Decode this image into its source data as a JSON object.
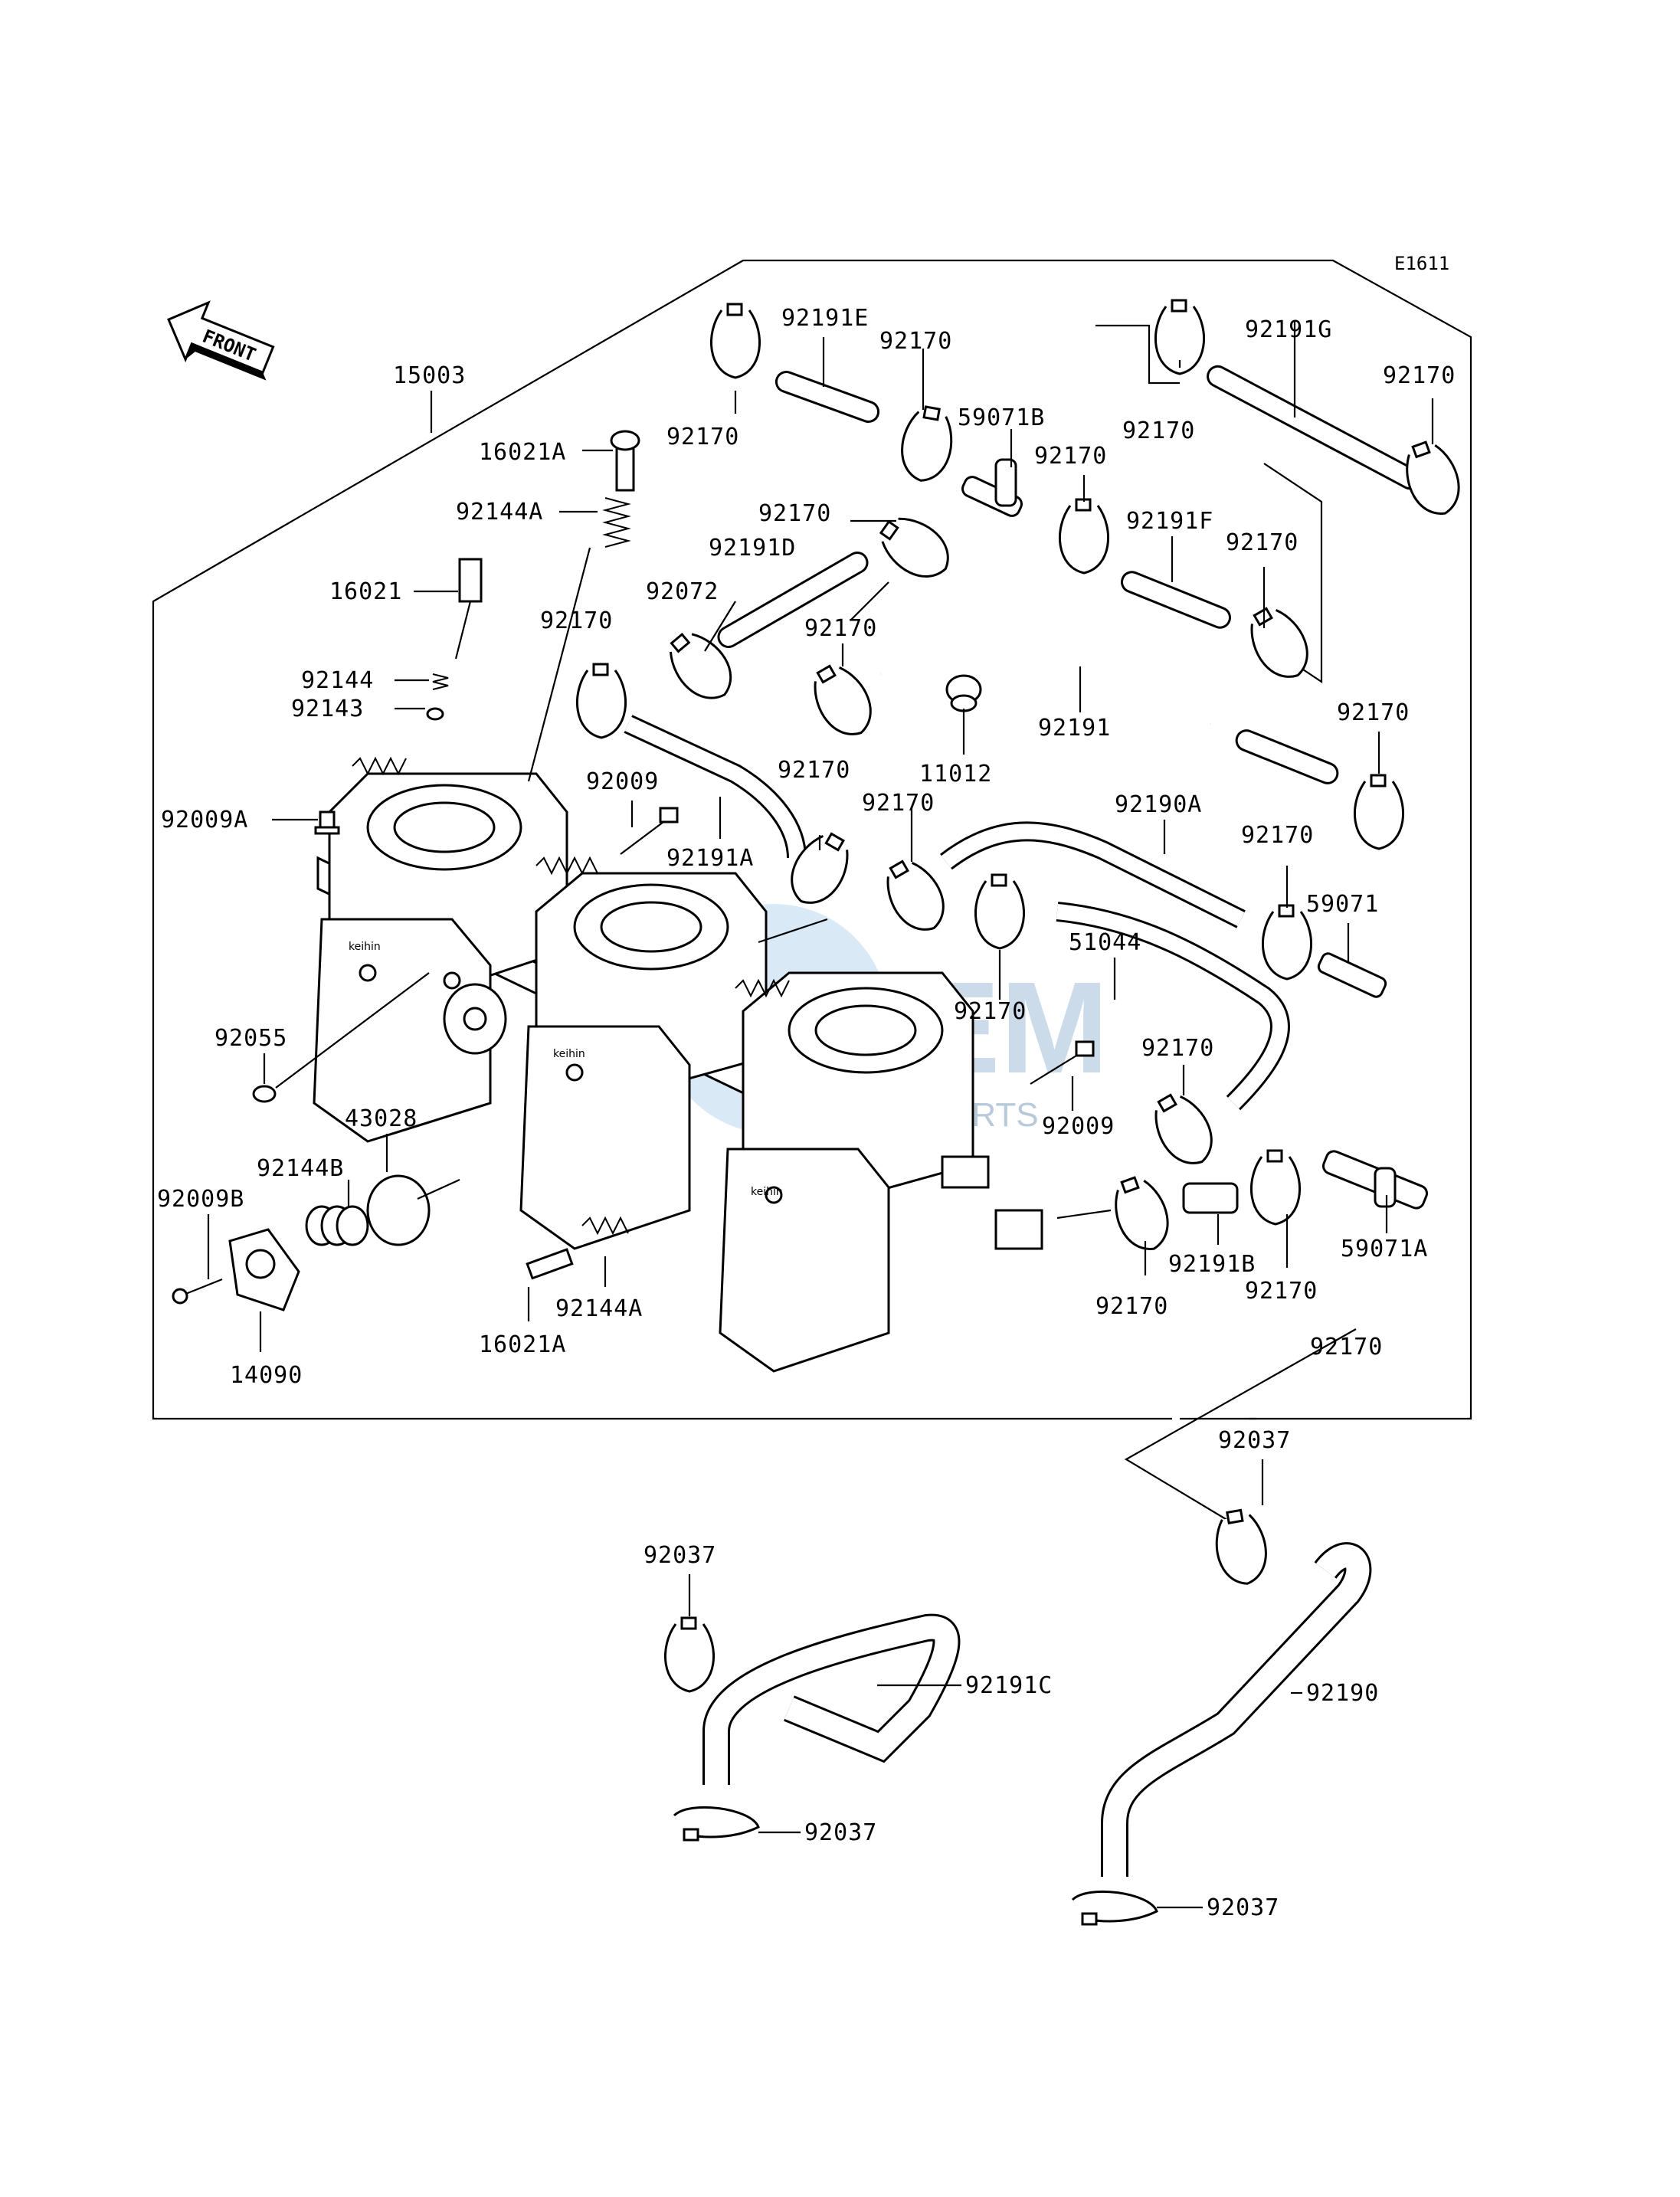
{
  "diagram_code": "E1611",
  "front_label": "FRONT",
  "watermark": {
    "brand": "OEM",
    "sub": "MOTORPARTS"
  },
  "labels": {
    "l15003": "15003",
    "l16021A_top": "16021A",
    "l92144A_top": "92144A",
    "l16021": "16021",
    "l92144": "92144",
    "l92143": "92143",
    "l92009A": "92009A",
    "l92055": "92055",
    "l43028": "43028",
    "l92144B": "92144B",
    "l92009B": "92009B",
    "l14090": "14090",
    "l16021A_bot": "16021A",
    "l92144A_bot": "92144A",
    "l92009_top": "92009",
    "l92191A": "92191A",
    "l92170_a": "92170",
    "l92072": "92072",
    "l92191D": "92191D",
    "l92170_b": "92170",
    "l92170_c": "92170",
    "l92191E": "92191E",
    "l92170_d": "92170",
    "l92170_e": "92170",
    "l59071B": "59071B",
    "l92170_f": "92170",
    "l92170_g": "92170",
    "l92191G": "92191G",
    "l92170_h": "92170",
    "l92191F": "92191F",
    "l92170_i": "92170",
    "l11012": "11012",
    "l92191": "92191",
    "l92170_j": "92170",
    "l92170_k": "92170",
    "l92170_l": "92170",
    "l92190A": "92190A",
    "l92170_m": "92170",
    "l59071": "59071",
    "l92170_n": "92170",
    "l51044": "51044",
    "l92170_o": "92170",
    "l92009_right": "92009",
    "l92191B": "92191B",
    "l92170_p": "92170",
    "l92170_q": "92170",
    "l59071A": "59071A",
    "l92037_a": "92037",
    "l92037_b": "92037",
    "l92191C": "92191C",
    "l92037_c": "92037",
    "l92190": "92190",
    "l92037_d": "92037",
    "l92170_r": "92170"
  }
}
